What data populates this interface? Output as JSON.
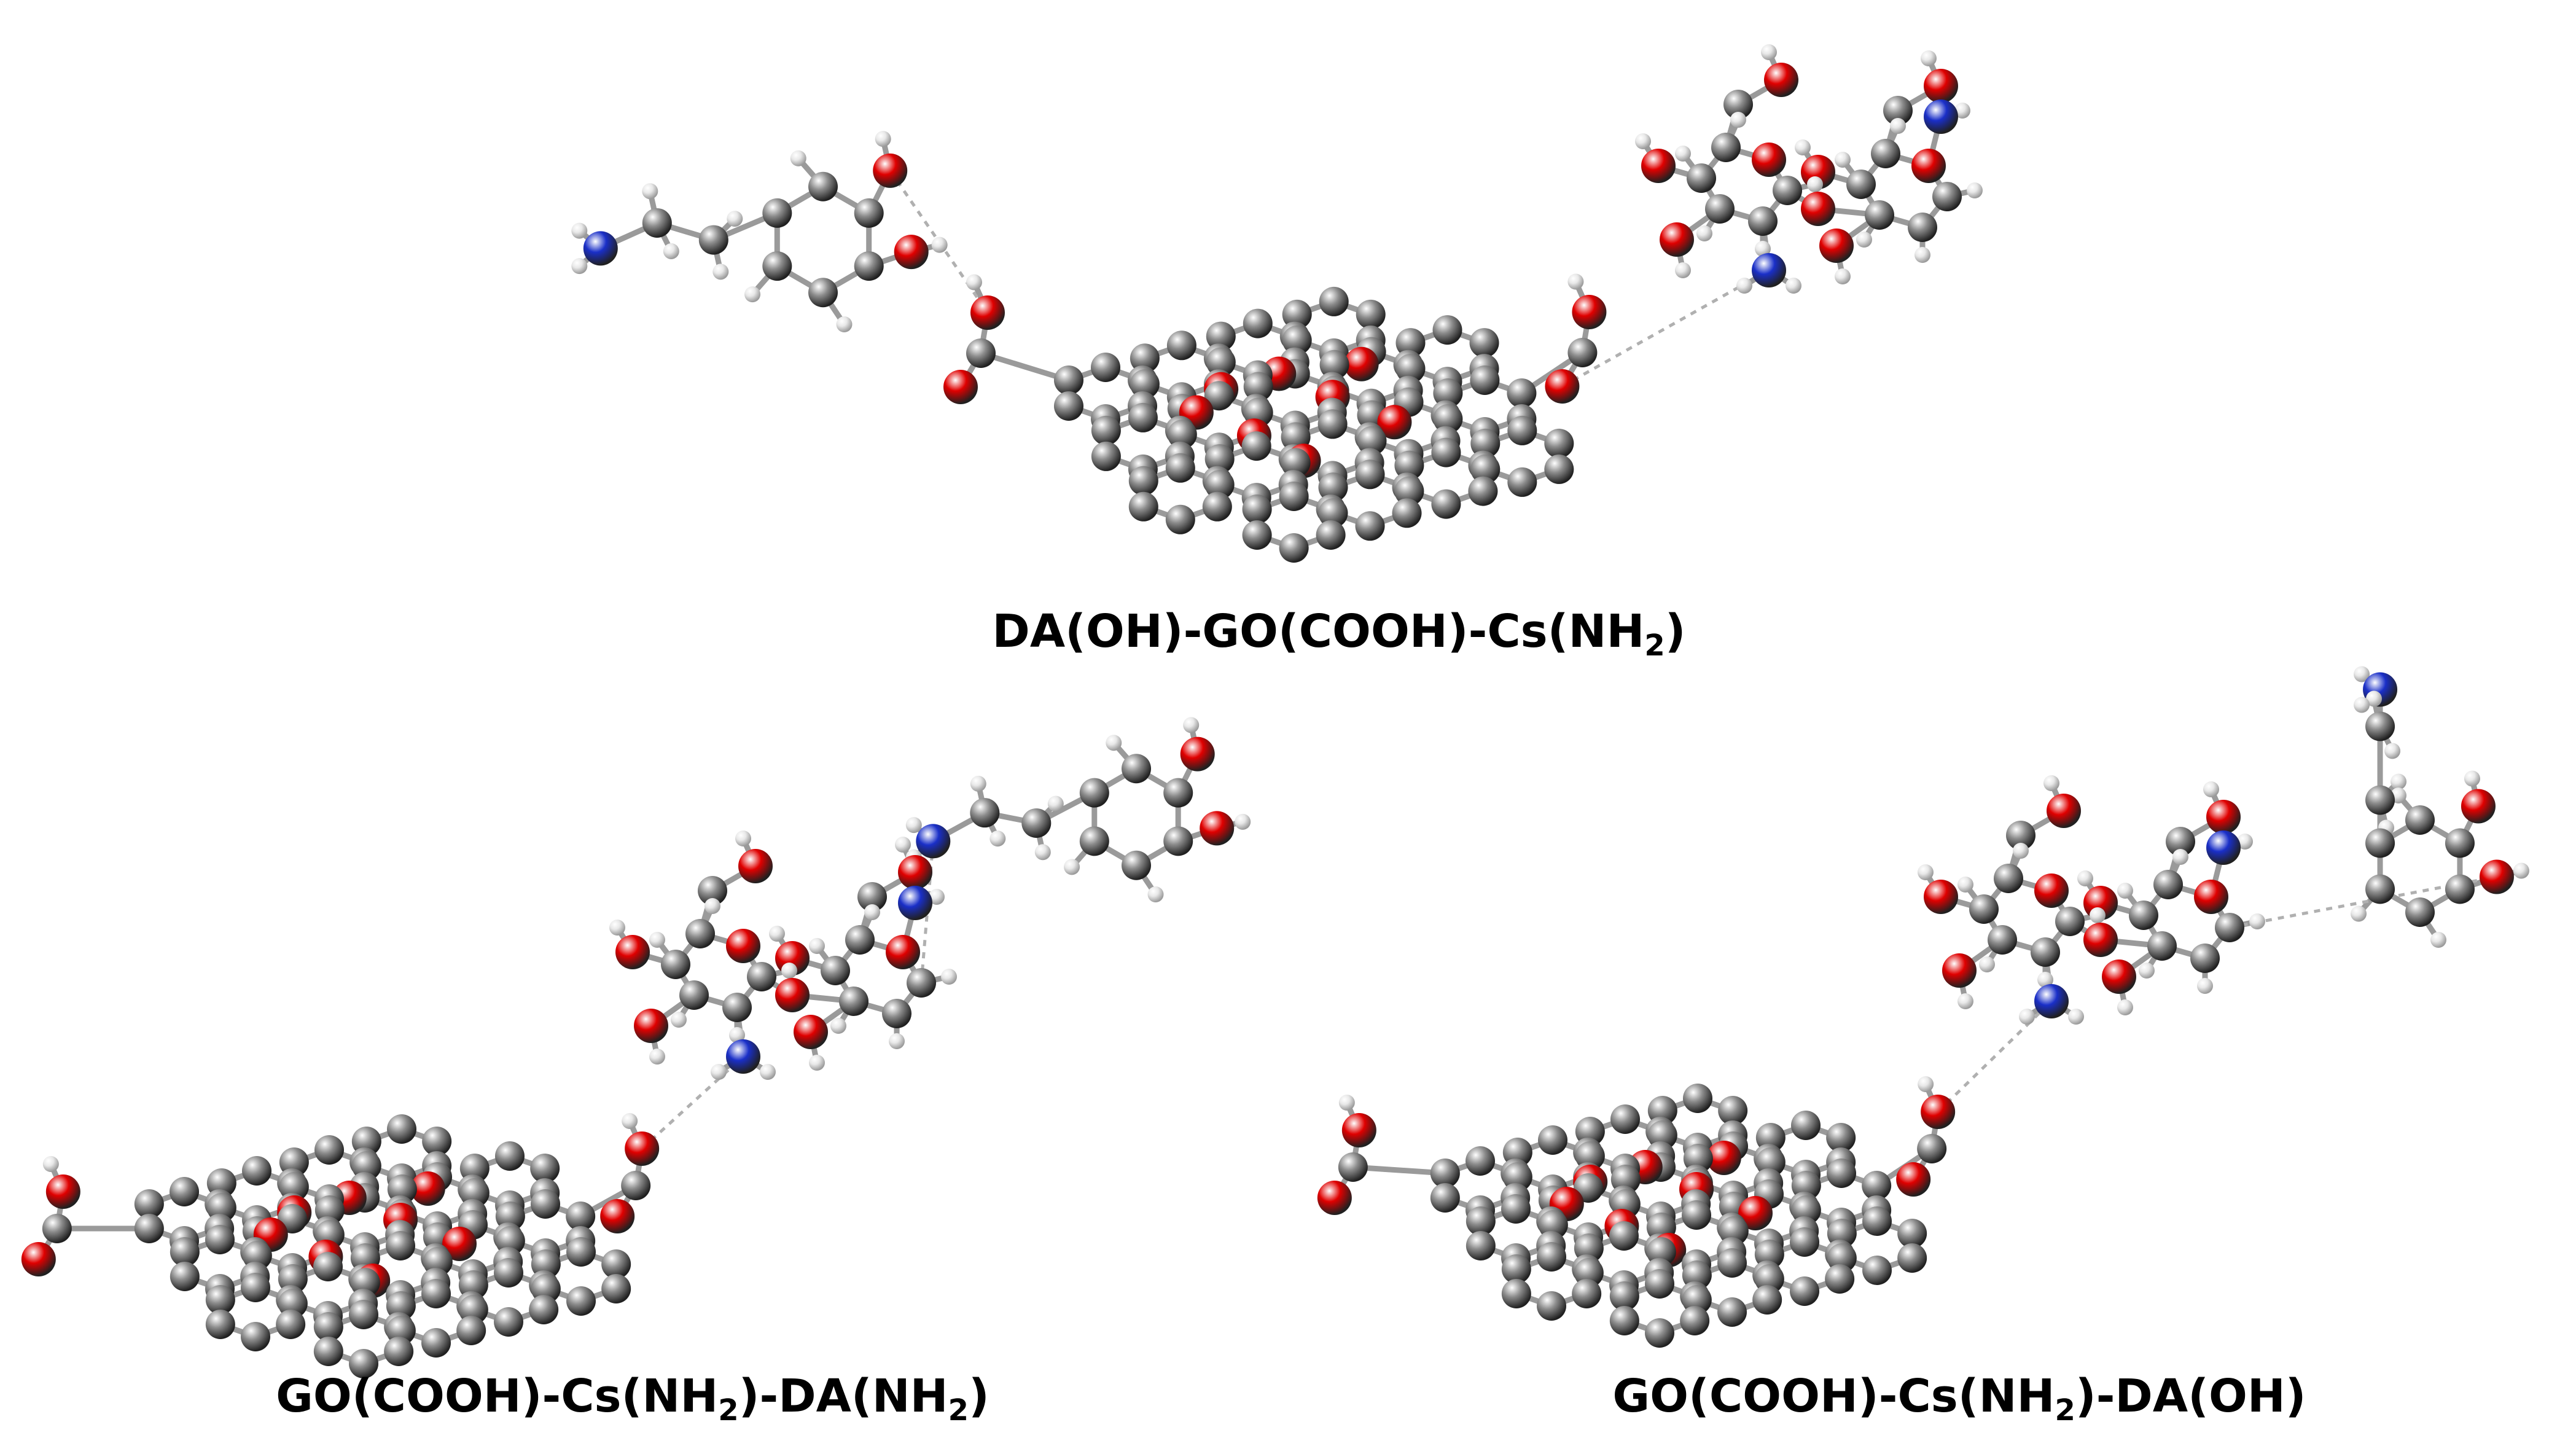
{
  "figure": {
    "panels": [
      {
        "id": "top",
        "caption_parts": [
          "DA(OH)-GO(COOH)-Cs(NH",
          "2",
          ")"
        ]
      },
      {
        "id": "bottom-left",
        "caption_parts": [
          "GO(COOH)-Cs(NH",
          "2",
          ")-DA(NH",
          "2",
          ")"
        ]
      },
      {
        "id": "bottom-right",
        "caption_parts": [
          "GO(COOH)-Cs(NH",
          "2",
          ")-DA(OH)"
        ]
      }
    ],
    "atom_colors": {
      "carbon": "#8c8c8c",
      "oxygen": "#e00000",
      "nitrogen": "#1a2fc8",
      "hydrogen": "#e8e8e8"
    }
  }
}
